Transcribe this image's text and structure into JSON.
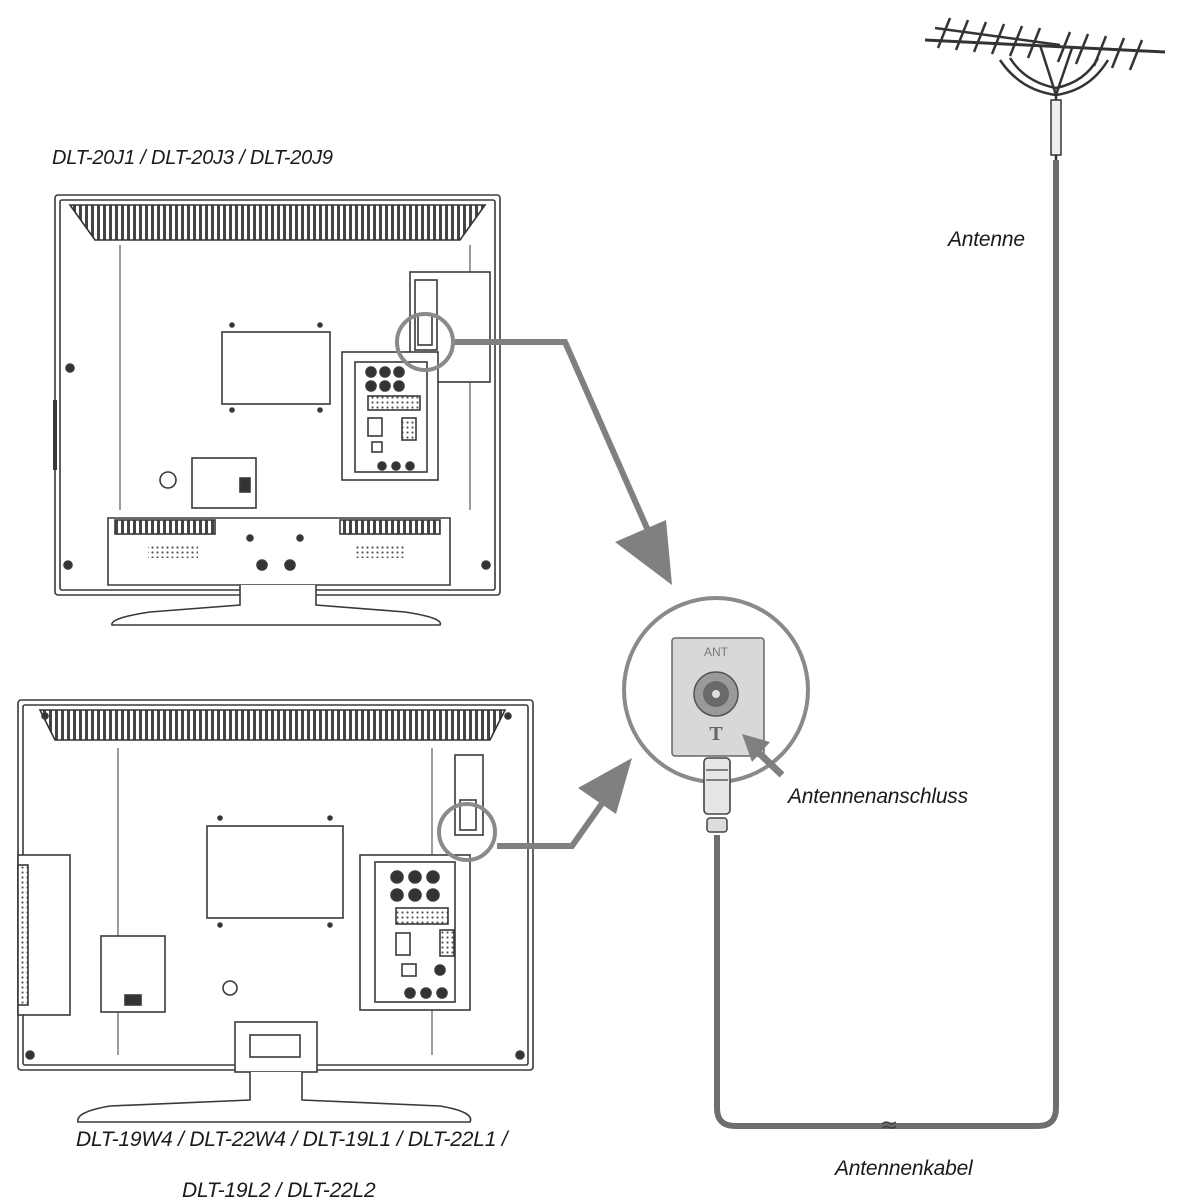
{
  "labels": {
    "model_top": "DLT-20J1 / DLT-20J3 / DLT-20J9",
    "model_bottom_line1": "DLT-19W4 / DLT-22W4 / DLT-19L1 / DLT-22L1 /",
    "model_bottom_line2": "DLT-19L2 / DLT-22L2",
    "antenna": "Antenne",
    "antenna_port": "Antennenanschluss",
    "antenna_cable": "Antennenkabel",
    "port_label": "ANT",
    "port_symbol": "T",
    "cable_break": "≈"
  },
  "colors": {
    "outline": "#3a3a3a",
    "arrow": "#808080",
    "cable": "#6e6e6e",
    "circle": "#8a8a8a"
  }
}
